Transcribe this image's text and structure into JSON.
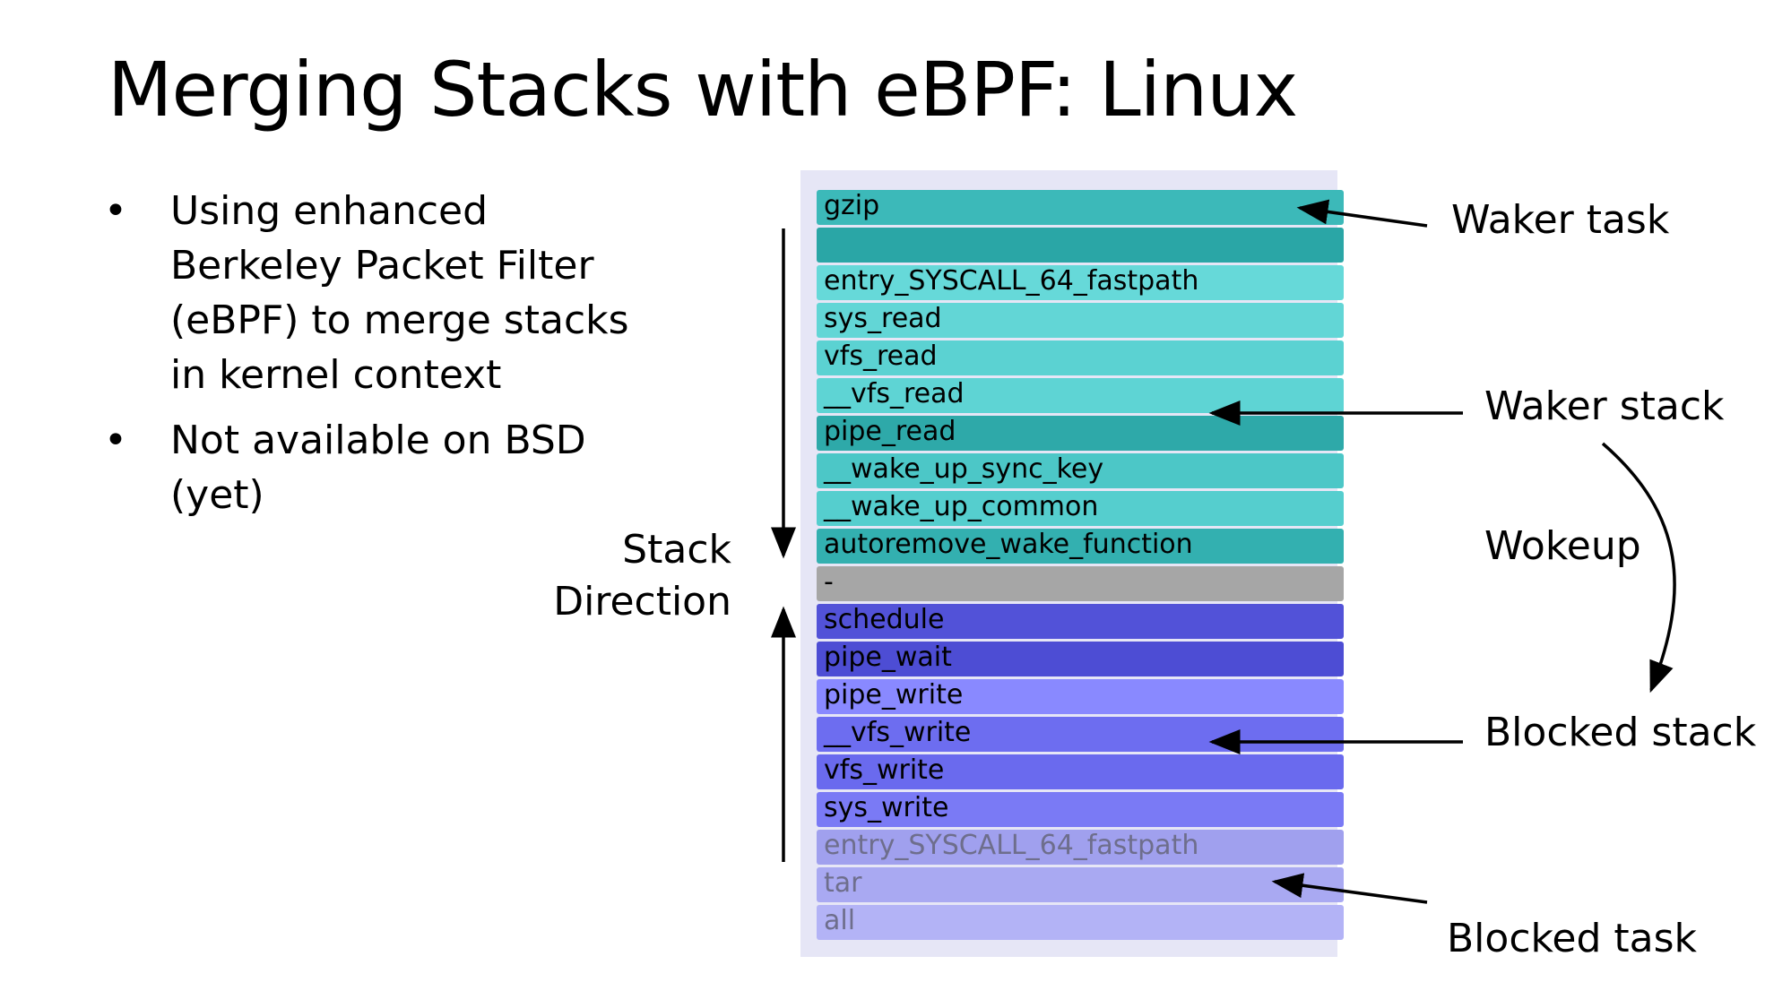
{
  "title": "Merging Stacks with eBPF: Linux",
  "bullets": [
    {
      "symbol": "•",
      "lines": [
        "Using enhanced",
        "Berkeley Packet Filter",
        "(eBPF) to merge stacks",
        "in kernel context"
      ]
    },
    {
      "symbol": "•",
      "lines": [
        "Not available on BSD",
        "(yet)"
      ]
    }
  ],
  "frames": [
    {
      "label": "gzip",
      "color": "#3cb9b9",
      "text_color": "#000000"
    },
    {
      "label": "",
      "color": "#2aa6a6",
      "text_color": "#000000"
    },
    {
      "label": "entry_SYSCALL_64_fastpath",
      "color": "#66d9d9",
      "text_color": "#000000"
    },
    {
      "label": "sys_read",
      "color": "#62d6d6",
      "text_color": "#000000"
    },
    {
      "label": "vfs_read",
      "color": "#5bd2d2",
      "text_color": "#000000"
    },
    {
      "label": "__vfs_read",
      "color": "#5ed4d4",
      "text_color": "#000000"
    },
    {
      "label": "pipe_read",
      "color": "#2ea9a9",
      "text_color": "#000000"
    },
    {
      "label": "__wake_up_sync_key",
      "color": "#4cc7c7",
      "text_color": "#000000"
    },
    {
      "label": "__wake_up_common",
      "color": "#55cece",
      "text_color": "#000000"
    },
    {
      "label": "autoremove_wake_function",
      "color": "#33b0b0",
      "text_color": "#000000"
    },
    {
      "label": "-",
      "color": "#a6a6a6",
      "text_color": "#000000"
    },
    {
      "label": "schedule",
      "color": "#5252d8",
      "text_color": "#000000"
    },
    {
      "label": "pipe_wait",
      "color": "#4d4dd4",
      "text_color": "#000000"
    },
    {
      "label": "pipe_write",
      "color": "#8989ff",
      "text_color": "#000000"
    },
    {
      "label": "__vfs_write",
      "color": "#6d6df0",
      "text_color": "#000000"
    },
    {
      "label": "vfs_write",
      "color": "#6a6aee",
      "text_color": "#000000"
    },
    {
      "label": "sys_write",
      "color": "#7a7af5",
      "text_color": "#000000"
    },
    {
      "label": "entry_SYSCALL_64_fastpath",
      "color": "#a0a0ee",
      "text_color": "#6e6e8c"
    },
    {
      "label": "tar",
      "color": "#a9a9f2",
      "text_color": "#6e6e8c"
    },
    {
      "label": "all",
      "color": "#b3b3f6",
      "text_color": "#6e6e8c"
    }
  ],
  "annotations": {
    "waker_task": "Waker task",
    "waker_stack": "Waker stack",
    "wokeup": "Wokeup",
    "blocked_stack": "Blocked stack",
    "blocked_task": "Blocked task",
    "stack_direction_line1": "Stack",
    "stack_direction_line2": "Direction"
  }
}
